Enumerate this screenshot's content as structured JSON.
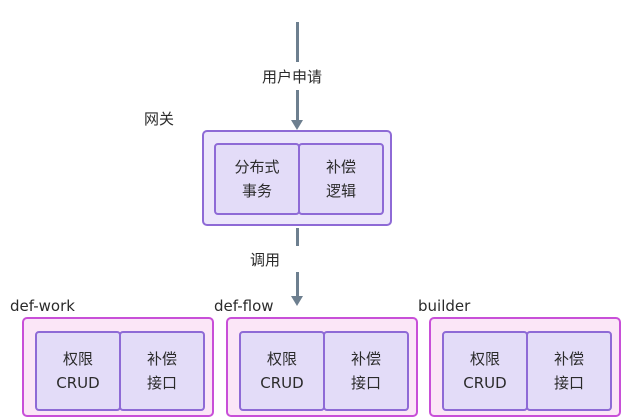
{
  "edges": {
    "request_label": "用户申请",
    "call_label": "调用"
  },
  "gateway": {
    "label": "网关",
    "modules": [
      {
        "line1": "分布式",
        "line2": "事务"
      },
      {
        "line1": "补偿",
        "line2": "逻辑"
      }
    ]
  },
  "services": [
    {
      "name": "def-work",
      "modules": [
        {
          "line1": "权限",
          "line2": "CRUD"
        },
        {
          "line1": "补偿",
          "line2": "接口"
        }
      ]
    },
    {
      "name": "def-flow",
      "modules": [
        {
          "line1": "权限",
          "line2": "CRUD"
        },
        {
          "line1": "补偿",
          "line2": "接口"
        }
      ]
    },
    {
      "name": "builder",
      "modules": [
        {
          "line1": "权限",
          "line2": "CRUD"
        },
        {
          "line1": "补偿",
          "line2": "接口"
        }
      ]
    }
  ],
  "colors": {
    "edge": "#6d7f8f",
    "gateway_fill": "#ece6fb",
    "gateway_border": "#8e6ad6",
    "service_fill": "#fbe6f7",
    "service_border": "#c84fd8",
    "module_fill": "#e3dcf8"
  }
}
